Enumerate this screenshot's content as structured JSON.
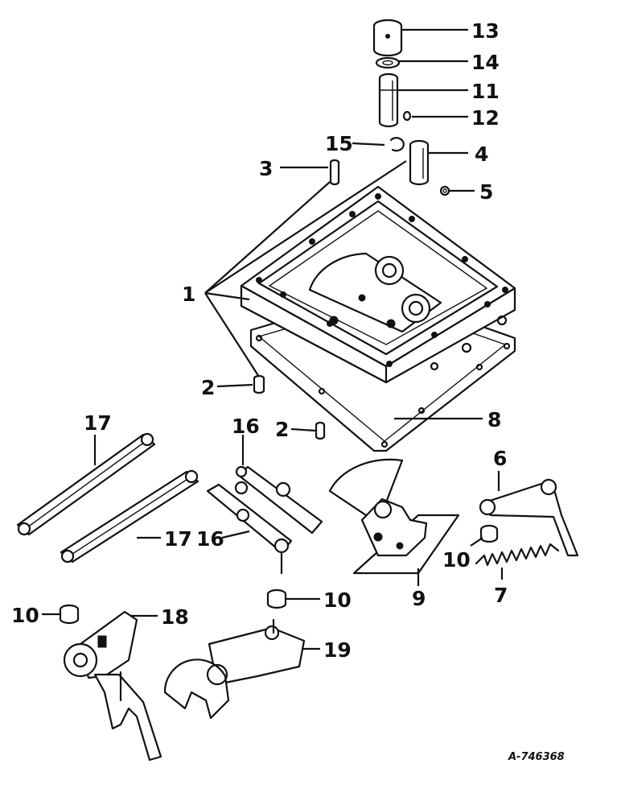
{
  "callouts": {
    "c1": "1",
    "c2a": "2",
    "c2b": "2",
    "c3": "3",
    "c4": "4",
    "c5": "5",
    "c6": "6",
    "c7": "7",
    "c8": "8",
    "c9": "9",
    "c10a": "10",
    "c10b": "10",
    "c10c": "10",
    "c11": "11",
    "c12": "12",
    "c13": "13",
    "c14": "14",
    "c15": "15",
    "c16a": "16",
    "c16b": "16",
    "c17a": "17",
    "c17b": "17",
    "c18": "18",
    "c19": "19"
  },
  "drawing_code": "A-746368",
  "colors": {
    "ink": "#111111",
    "paper": "#ffffff"
  }
}
